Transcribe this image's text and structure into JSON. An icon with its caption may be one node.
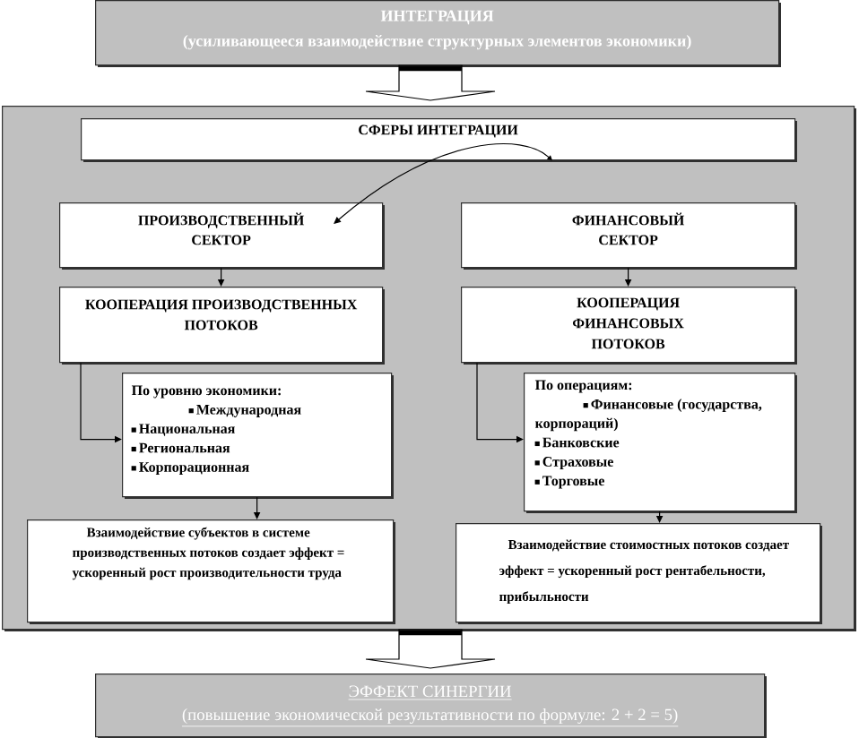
{
  "diagram": {
    "nodes": [
      {
        "text": [
          "ИНТЕГРАЦИЯ",
          "(усиливающееся взаимодействие структурных элементов экономики)"
        ]
      },
      {
        "text": [],
        "shape": "box"
      },
      {
        "text": [
          "СФЕРЫ ИНТЕГРАЦИИ"
        ],
        "in": 1
      },
      {
        "text": [
          "ПРОИЗВОДСТВЕННЫЙ СЕКТОР"
        ],
        "in": 1
      },
      {
        "text": [
          "ФИНАНСОВЫЙ СЕКТОР"
        ],
        "in": 1
      },
      {
        "text": [
          "КООПЕРАЦИЯ ПРОИЗВОДСТВЕННЫХ ПОТОКОВ"
        ],
        "in": 1
      },
      {
        "text": [
          "КООПЕРАЦИЯ ФИНАНСОВЫХ ПОТОКОВ"
        ],
        "in": 1
      },
      {
        "text": [
          "По уровню экономики:",
          "Международная",
          "Национальная",
          "Региональная",
          "Корпорационная"
        ],
        "in": 1
      },
      {
        "text": [
          "По операциям:",
          "Финансовые (государства, корпораций)",
          "Банковские",
          "Страховые",
          "Торговые"
        ],
        "in": 1
      },
      {
        "text": [
          "Взаимодействие субъектов в системе производственных потоков создает эффект = ускоренный рост производительности труда"
        ],
        "in": 1
      },
      {
        "text": [
          "Взаимодействие стоимостных потоков создает эффект = ускоренный рост рентабельности, прибыльности"
        ],
        "in": 1
      },
      {
        "text": [
          "ЭФФЕКТ СИНЕРГИИ",
          "(повышение экономической результативности по формуле: 2 + 2 = 5)"
        ]
      }
    ],
    "edges": [
      {
        "from": 0,
        "to": 1,
        "arrow": "to",
        "style": "thick"
      },
      {
        "from": 2,
        "to": 3,
        "arrow": "both"
      },
      {
        "from": 3,
        "to": 5,
        "arrow": "to"
      },
      {
        "from": 4,
        "to": 6,
        "arrow": "to"
      },
      {
        "from": 5,
        "to": 7,
        "arrow": "to"
      },
      {
        "from": 6,
        "to": 8,
        "arrow": "to"
      },
      {
        "from": 7,
        "to": 9,
        "arrow": "to"
      },
      {
        "from": 8,
        "to": 10,
        "arrow": "to"
      },
      {
        "from": 1,
        "to": 11,
        "arrow": "to",
        "style": "thick"
      }
    ]
  }
}
